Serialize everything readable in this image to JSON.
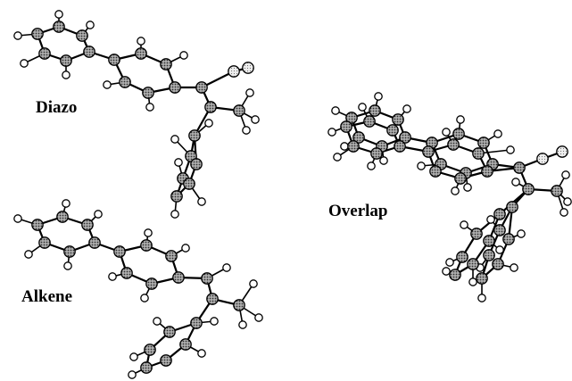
{
  "labels": {
    "diazo": "Diazo",
    "alkene": "Alkene",
    "overlap": "Overlap"
  },
  "atom_styles": {
    "carbon_fill": "#8a8a8a",
    "hydrogen_fill": "#ffffff",
    "nitrogen_fill": "#d8d8d8",
    "outline": "#000000"
  }
}
